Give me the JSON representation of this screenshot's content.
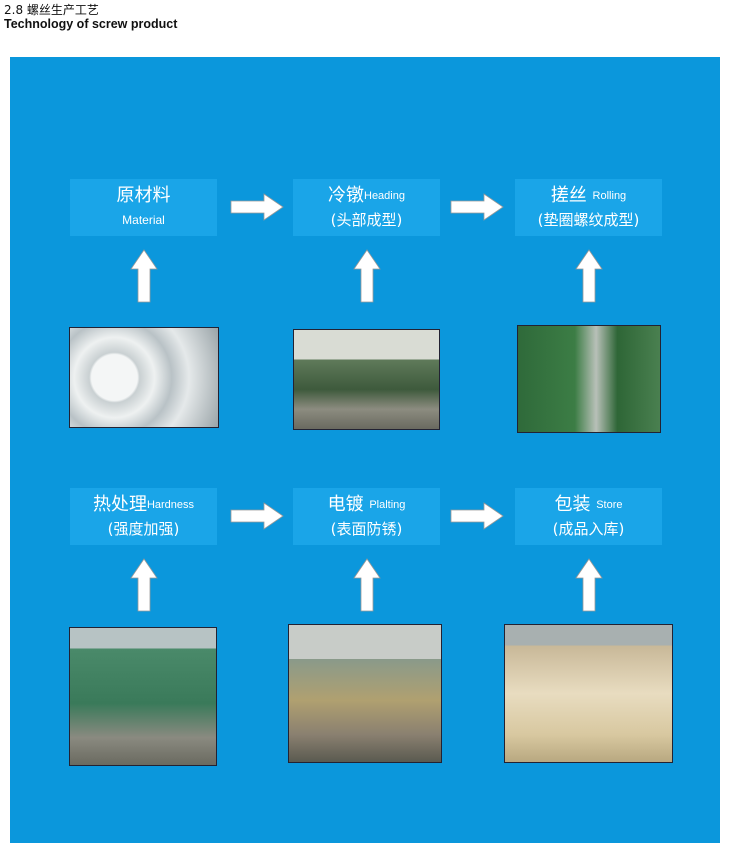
{
  "header": {
    "title_cn": "2.8 螺丝生产工艺",
    "title_en": "Technology of screw product"
  },
  "steps": [
    {
      "cn": "原材料",
      "en": "Material",
      "sub": ""
    },
    {
      "cn": "冷镦",
      "en": "Heading",
      "sub": "(头部成型)"
    },
    {
      "cn": "搓丝",
      "en": "Rolling",
      "sub": "(垫圈螺纹成型)"
    },
    {
      "cn": "热处理",
      "en": "Hardness",
      "sub": "(强度加强)"
    },
    {
      "cn": "电镀",
      "en": "Plalting",
      "sub": "(表面防锈)"
    },
    {
      "cn": "包装",
      "en": "Store",
      "sub": "(成品入库)"
    }
  ],
  "colors": {
    "panel": "#0b97dc",
    "box": "#1aa5e8"
  }
}
